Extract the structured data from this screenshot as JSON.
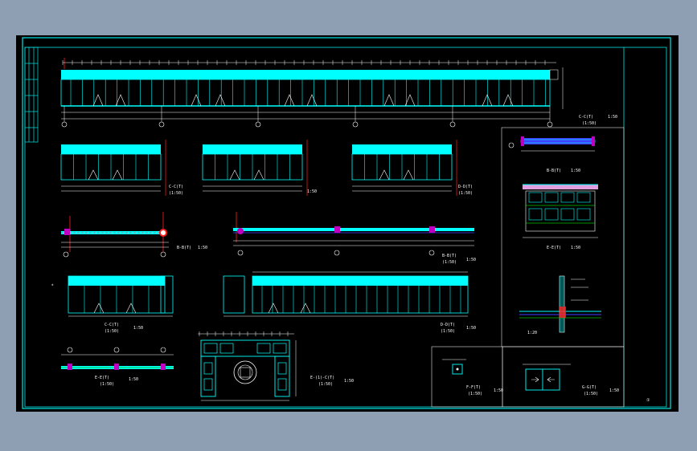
{
  "colors": {
    "background": "#000000",
    "frame": "#00e5e5",
    "wall": "#00ffff",
    "axis": "#ffffff",
    "dim": "#ffffff",
    "red_line": "#ff2020",
    "blue_line": "#4040ff",
    "column": "#c000c0",
    "green": "#00c000",
    "yellow": "#ffff00",
    "outer_bg": "#8e9fb4"
  },
  "labels": {
    "top_scale": "1:50",
    "upper_section_scale": "1:50",
    "right_scale": "1:50",
    "mid_scale": "1:50",
    "bottom_left_scale": "1:50",
    "bottom_scale": "1:50",
    "detail_scale": "1:20",
    "small_box_scale": "1:50",
    "corner_mark": "①"
  },
  "icons": [
    "axis-bubble-icon",
    "window-symbol-icon",
    "door-swing-icon"
  ]
}
